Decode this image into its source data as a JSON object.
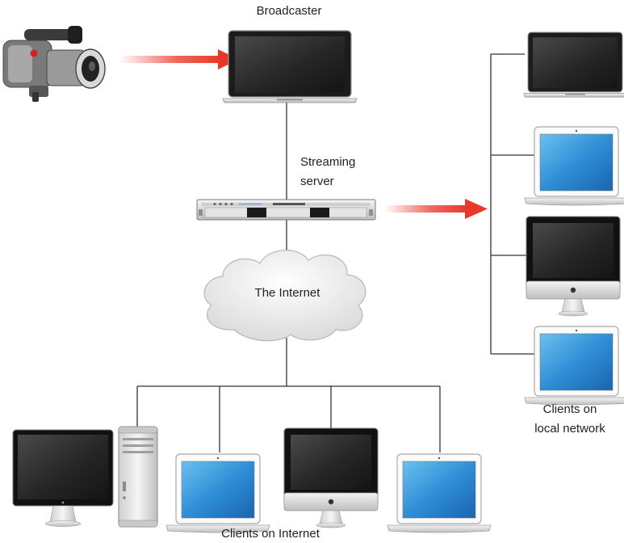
{
  "labels": {
    "broadcaster": "Broadcaster",
    "streaming_server_line1": "Streaming",
    "streaming_server_line2": "server",
    "internet": "The Internet",
    "clients_internet": "Clients on Internet",
    "clients_local_line1": "Clients on",
    "clients_local_line2": "local network"
  },
  "colors": {
    "arrow": "#e8382a",
    "connector": "#333333",
    "screen_blue": "#2f8fd6",
    "screen_dark": "#2b2b2b"
  },
  "icons": {
    "camera": "video-camera-icon",
    "broadcaster": "laptop-dark-icon",
    "server": "rack-server-icon",
    "cloud": "cloud-icon",
    "laptop_dark": "laptop-dark-icon",
    "laptop_blue": "laptop-blue-screen-icon",
    "imac": "imac-icon",
    "display": "display-monitor-icon",
    "tower": "mac-pro-tower-icon"
  }
}
